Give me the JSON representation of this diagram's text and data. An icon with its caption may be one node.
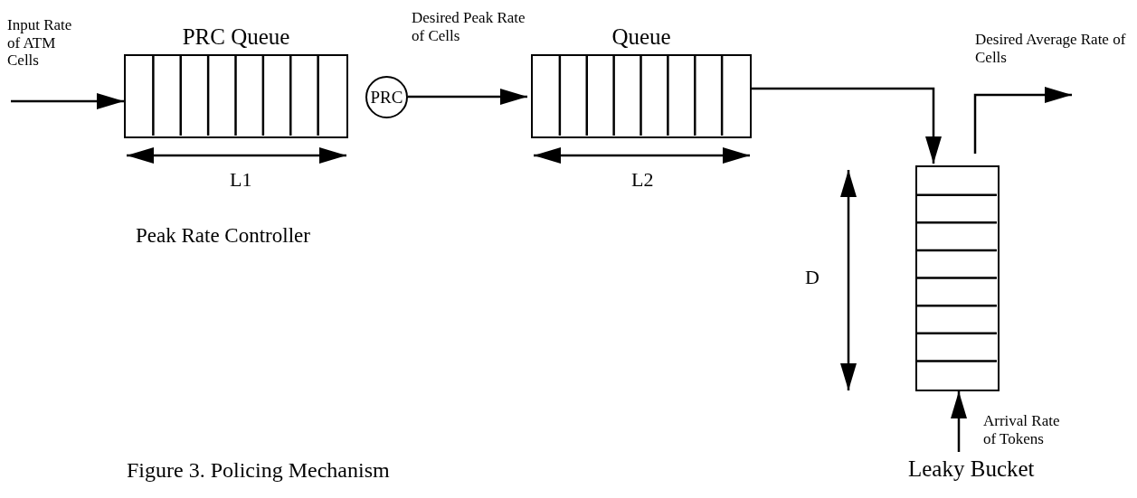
{
  "diagram": {
    "caption": "Figure 3. Policing Mechanism",
    "nodes": [
      {
        "text": [
          "PRC Queue"
        ]
      },
      {
        "text": [
          "PRC"
        ]
      },
      {
        "text": [
          "Queue"
        ]
      },
      {
        "text": [
          "Leaky Bucket"
        ]
      }
    ],
    "edges": [
      {
        "from": null,
        "to": 0,
        "arrow": "to",
        "label": "Input Rate of ATM Cells"
      },
      {
        "from": 1,
        "to": 2,
        "arrow": "to",
        "label": "Desired Peak Rate of Cells"
      },
      {
        "from": 2,
        "to": 3,
        "arrow": "to"
      },
      {
        "from": 3,
        "to": null,
        "arrow": "to",
        "label": "Desired Average Rate of Cells"
      },
      {
        "from": null,
        "to": 3,
        "arrow": "to",
        "label": "Arrival Rate of Tokens"
      }
    ],
    "labels": [
      "L1",
      "L2",
      "D",
      "Peak Rate Controller"
    ]
  }
}
